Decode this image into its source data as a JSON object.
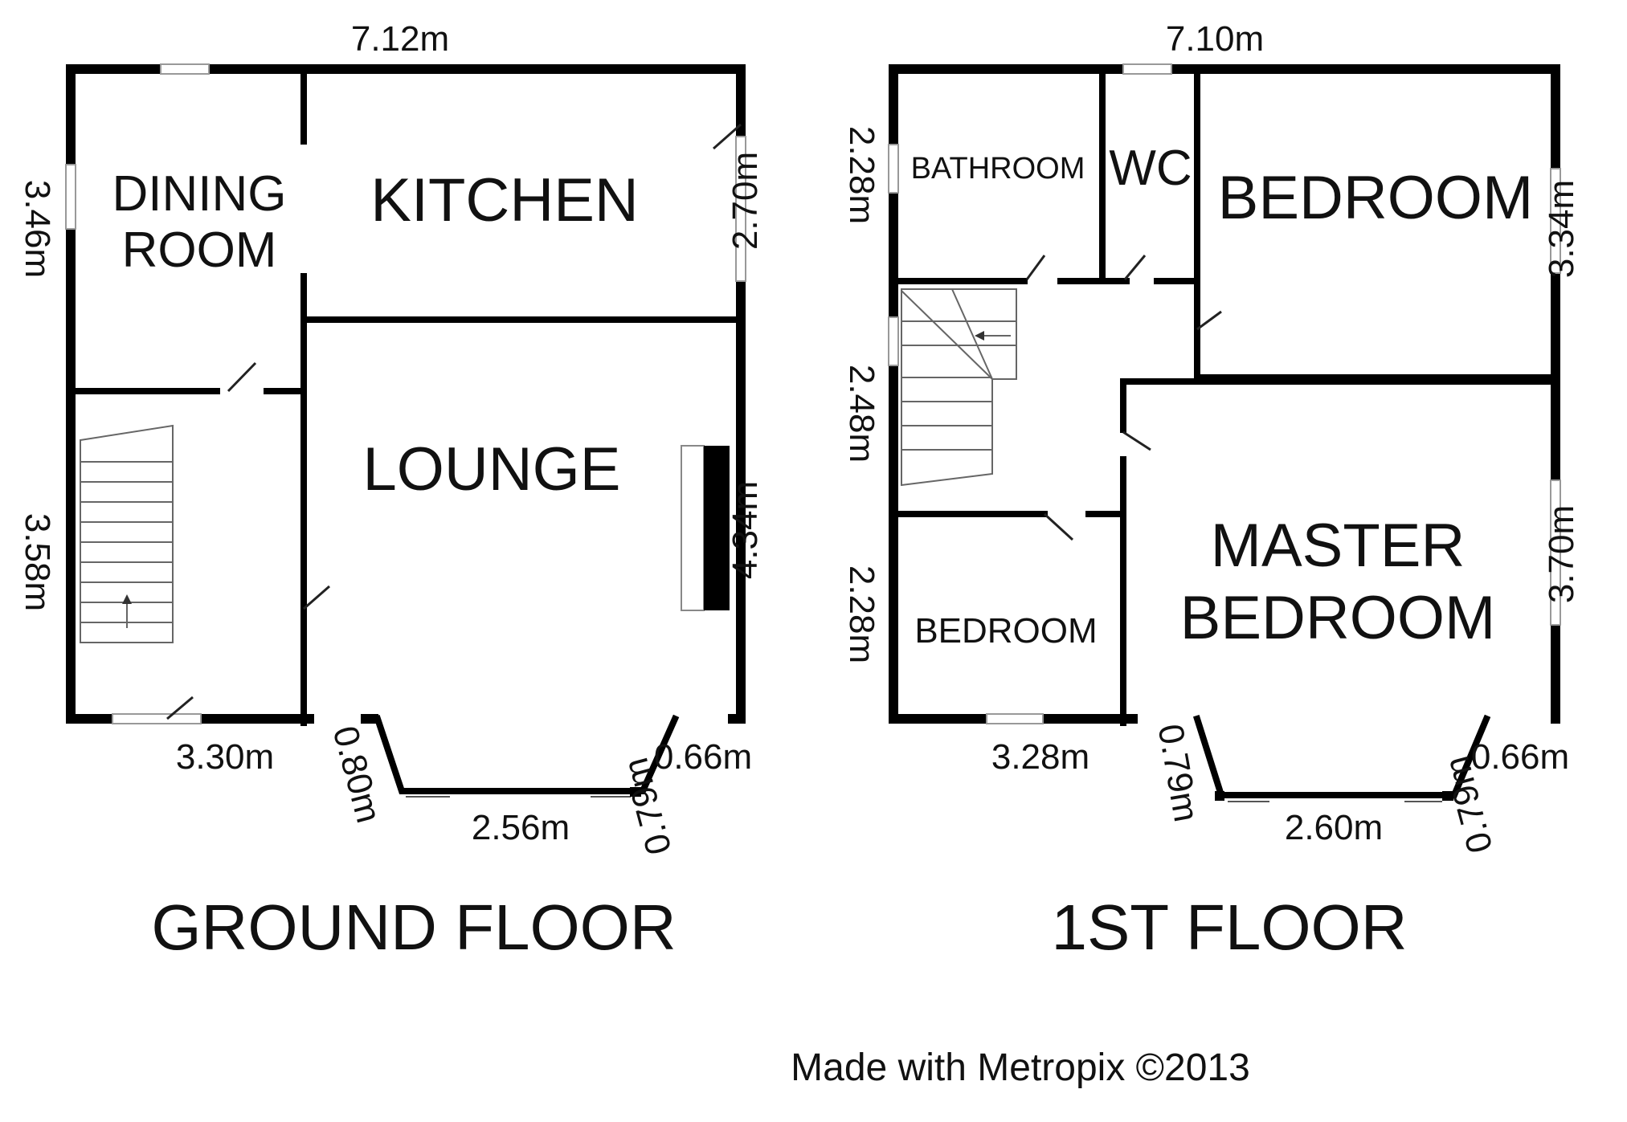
{
  "ground_floor": {
    "title": "GROUND FLOOR",
    "rooms": {
      "dining_room": [
        "DINING",
        "ROOM"
      ],
      "kitchen": "KITCHEN",
      "lounge": "LOUNGE"
    },
    "dims": {
      "width_top": "7.12m",
      "dining_side": "3.46m",
      "kitchen_side": "2.70m",
      "hall_side": "3.58m",
      "lounge_side": "4.34m",
      "hall_bottom": "3.30m",
      "bay_left": "0.80m",
      "bay_front": "2.56m",
      "bay_right_a": "0.66m",
      "bay_right_b": "0.79m"
    }
  },
  "first_floor": {
    "title": "1ST FLOOR",
    "rooms": {
      "bathroom": "BATHROOM",
      "wc": "WC",
      "bedroom_rear": "BEDROOM",
      "bedroom_front": "BEDROOM",
      "master_bedroom": [
        "MASTER",
        "BEDROOM"
      ]
    },
    "dims": {
      "width_top": "7.10m",
      "bathroom_side": "2.28m",
      "landing_side": "2.48m",
      "bedroom_side": "2.28m",
      "bedroom_rear_side": "3.34m",
      "master_side": "3.70m",
      "bedroom_bottom": "3.28m",
      "bay_left": "0.79m",
      "bay_front": "2.60m",
      "bay_right_a": "0.66m",
      "bay_right_b": "0.79m"
    }
  },
  "credit": "Made with Metropix ©2013"
}
